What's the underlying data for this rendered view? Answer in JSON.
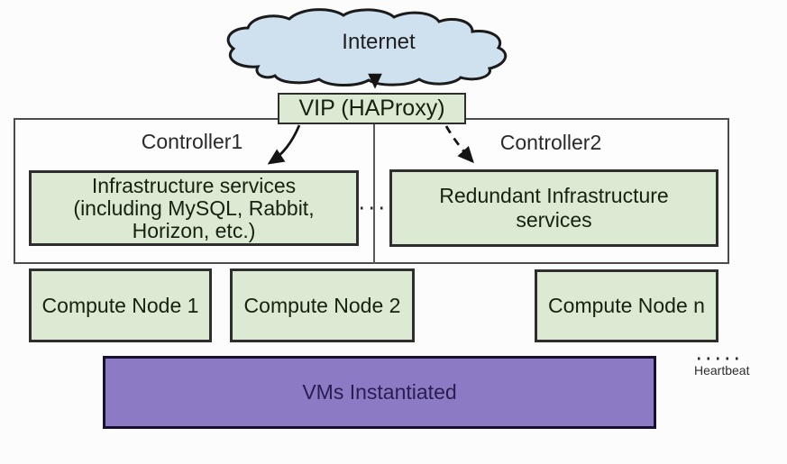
{
  "colors": {
    "cloud_fill": "#cfe0ef",
    "green_box": "#dcead4",
    "purple_box": "#8d7ac4",
    "line_dark": "#1a1a1a",
    "purple_text": "#2a1d52"
  },
  "nodes": {
    "internet": "Internet",
    "vip": "VIP (HAProxy)",
    "controller1": "Controller1",
    "controller2": "Controller2",
    "infrastructure": {
      "lines": [
        "Infrastructure services",
        "(including MySQL, Rabbit,",
        "Horizon, etc.)"
      ]
    },
    "redundant": {
      "lines": [
        "Redundant Infrastructure",
        "services"
      ]
    },
    "compute_nodes": [
      "Compute Node 1",
      "Compute Node 2",
      "Compute Node n"
    ],
    "vms": "VMs Instantiated",
    "heartbeat": "Heartbeat"
  },
  "connections": {
    "internet_to_vip": "solid-arrow",
    "vip_to_controller1": "solid-curved-arrow",
    "vip_to_controller2": "dashed-curved-arrow",
    "controller_sync": "dotted-line",
    "heartbeat_link": "dotted-line"
  }
}
